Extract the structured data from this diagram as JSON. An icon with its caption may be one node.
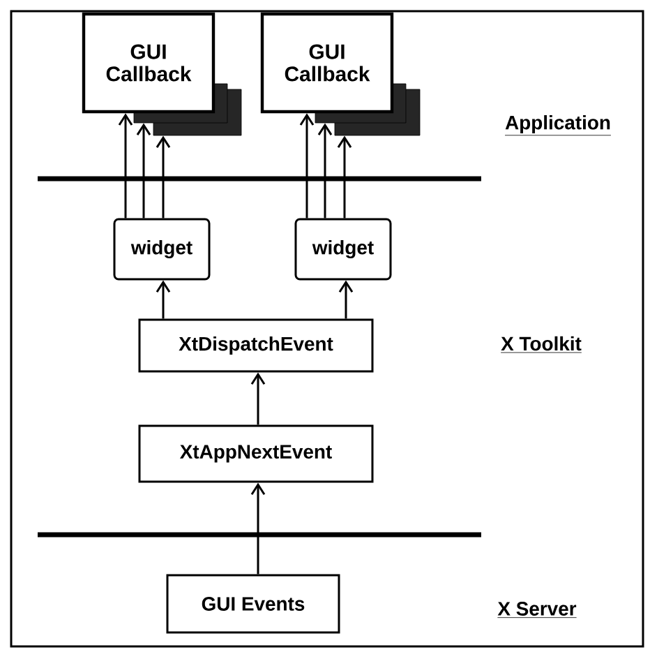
{
  "diagram": {
    "nodes": [
      {
        "text": [
          "GUI Callback"
        ]
      },
      {
        "text": [],
        "shape": "box"
      },
      {
        "text": [],
        "shape": "box"
      },
      {
        "text": [
          "GUI Callback"
        ]
      },
      {
        "text": [],
        "shape": "box"
      },
      {
        "text": [],
        "shape": "box"
      },
      {
        "text": [
          "widget"
        ]
      },
      {
        "text": [
          "widget"
        ]
      },
      {
        "text": [
          "XtDispatchEvent"
        ]
      },
      {
        "text": [
          "XtAppNextEvent"
        ]
      },
      {
        "text": [
          "GUI Events"
        ]
      }
    ],
    "edges": [
      {
        "from": 10,
        "to": 9,
        "arrow": "to"
      },
      {
        "from": 9,
        "to": 8,
        "arrow": "to"
      },
      {
        "from": 8,
        "to": 6,
        "arrow": "to"
      },
      {
        "from": 8,
        "to": 7,
        "arrow": "to"
      },
      {
        "from": 6,
        "to": 0,
        "arrow": "to"
      },
      {
        "from": 6,
        "to": 1,
        "arrow": "to"
      },
      {
        "from": 6,
        "to": 2,
        "arrow": "to"
      },
      {
        "from": 7,
        "to": 3,
        "arrow": "to"
      },
      {
        "from": 7,
        "to": 4,
        "arrow": "to"
      },
      {
        "from": 7,
        "to": 5,
        "arrow": "to"
      }
    ],
    "labels": [
      "Application",
      "X Toolkit",
      "X Server"
    ]
  }
}
